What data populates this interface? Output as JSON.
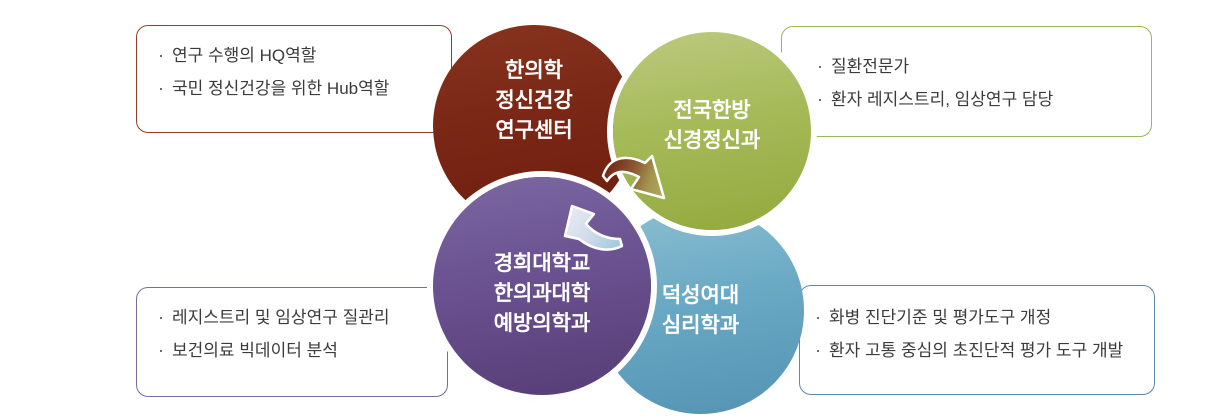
{
  "diagram_title": "",
  "nodes": [
    {
      "id": "kmmh-research-center",
      "lines": [
        "한의학",
        "정신건강",
        "연구센터"
      ],
      "color_top": "#86331f",
      "color_bottom": "#6e1d0e"
    },
    {
      "id": "national-km-neuropsychiatry",
      "lines": [
        "전국한방",
        "신경정신과"
      ],
      "color_top": "#bcca80",
      "color_bottom": "#93a93d"
    },
    {
      "id": "kyunghee-univ-preventive-medicine",
      "lines": [
        "경희대학교",
        "한의과대학",
        "예방의학과"
      ],
      "color_top": "#7b68a3",
      "color_bottom": "#573d75"
    },
    {
      "id": "duksung-psychology",
      "lines": [
        "덕성여대",
        "심리학과"
      ],
      "color_top": "#8cbfd1",
      "color_bottom": "#5493b3"
    }
  ],
  "notes": [
    {
      "position": "top-left",
      "border_color": "#9a3a26",
      "bullet": "·",
      "items": [
        "연구 수행의 HQ역할",
        "국민 정신건강을 위한 Hub역할"
      ]
    },
    {
      "position": "top-right",
      "border_color": "#94b958",
      "bullet": "·",
      "items": [
        "질환전문가",
        "환자 레지스트리, 임상연구 담당"
      ]
    },
    {
      "position": "bottom-left",
      "border_color": "#7b6b9e",
      "bullet": "·",
      "items": [
        "레지스트리 및 임상연구 질관리",
        "보건의료 빅데이터 분석"
      ]
    },
    {
      "position": "bottom-right",
      "border_color": "#5d89ae",
      "bullet": "·",
      "items": [
        "화병 진단기준 및 평가도구 개정",
        "환자 고통 중심의 초진단적 평가 도구 개발"
      ]
    }
  ],
  "arrows": [
    {
      "id": "arrow-to-green",
      "direction": "down-right",
      "gradient": [
        "#6f2213",
        "#8c5a33",
        "#a5974f",
        "#b3a55e"
      ],
      "outline": "#ffffff"
    },
    {
      "id": "arrow-to-purple",
      "direction": "up-left",
      "gradient": [
        "#e9e9f4",
        "#cfdcea",
        "#9ac6db"
      ],
      "outline": "#ffffff"
    }
  ],
  "background": "#ffffff"
}
